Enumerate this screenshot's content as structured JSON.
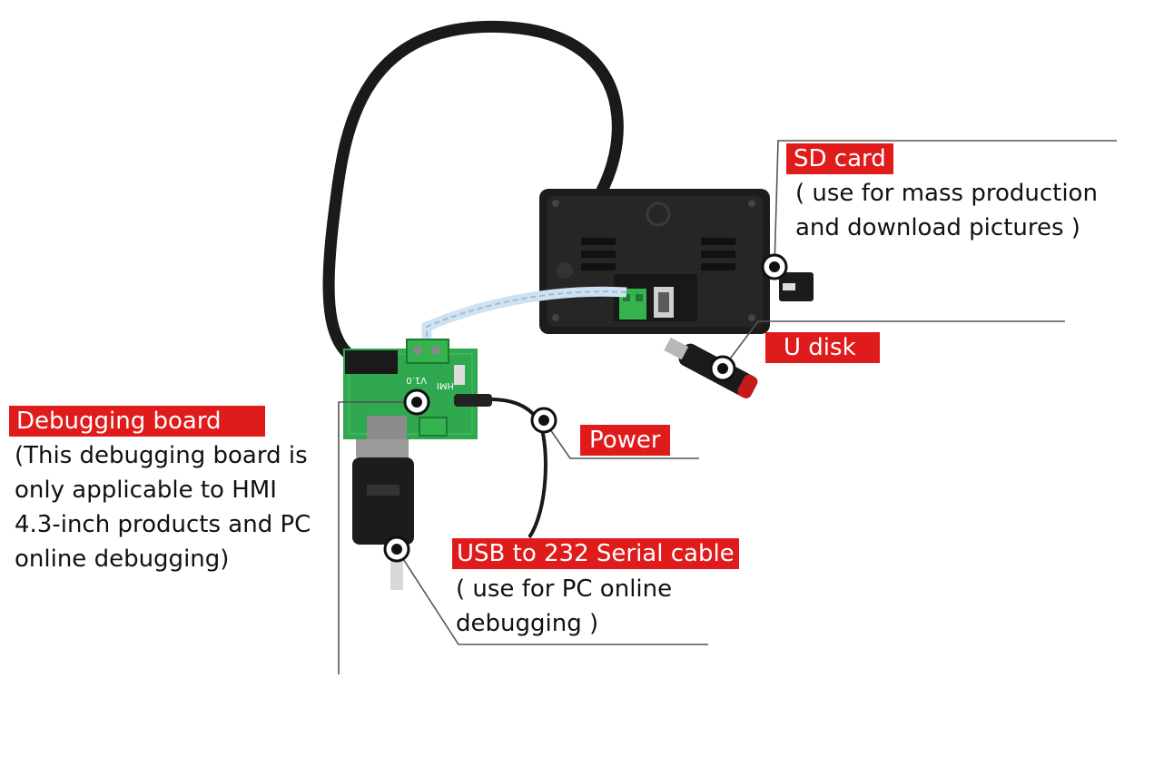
{
  "colors": {
    "label_bg": "#e01b1b",
    "label_text": "#ffffff",
    "leader_line": "#555555",
    "pcb_green": "#2fa84f",
    "device_body": "#1c1c1c",
    "cable": "#1a1a1a"
  },
  "labels": {
    "sd_card": {
      "title": "SD card",
      "desc": [
        "( use for mass production",
        "and download pictures )"
      ]
    },
    "u_disk": {
      "title": "U disk"
    },
    "debugging_board": {
      "title": "Debugging board",
      "desc": [
        "(This debugging board is",
        "only applicable to HMI",
        "4.3-inch products and PC",
        "online debugging)"
      ]
    },
    "power": {
      "title": "Power"
    },
    "usb_serial": {
      "title": "USB to 232 Serial cable",
      "desc": [
        "( use for PC online",
        "debugging )"
      ]
    }
  },
  "pcb_text": {
    "version": "V1.0",
    "brand": "HMI"
  }
}
